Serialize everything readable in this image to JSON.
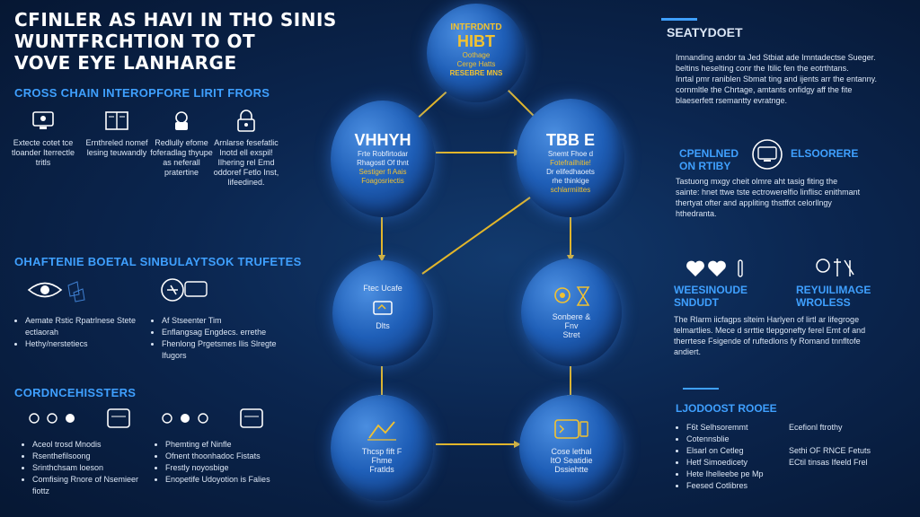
{
  "title": [
    "CFINLER AS HAVI IN THO SINIS",
    "WUNTFRCHTION TO OT",
    "VOVE EYE LANHARGE"
  ],
  "left": {
    "section1": {
      "heading": "CROSS CHAIN INTEROPFORE LIRIT FRORS",
      "items": [
        {
          "icon": "monitor-icon",
          "text": "Extecte cotet tce tloander Iterrectle tritls"
        },
        {
          "icon": "book-icon",
          "text": "Ernthreled nomef lesing teuwandly"
        },
        {
          "icon": "lock-icon",
          "text": "Redlully efome foferadlag thyupe as neferall pratertine"
        },
        {
          "icon": "padlock-icon",
          "text": "Arnlarse fesefatlic Inotd ell exspil! Ilhering rel Emd oddoref Fetlo Inst, lifeedined."
        }
      ]
    },
    "section2": {
      "heading": "OHAFTENIE BOETAL SINBULAYTSOK TRUFETES",
      "items": [
        {
          "icon": "eye-icon",
          "bullets": [
            "Aemate Rstic Rpatrlnese Stete ectlaorah",
            "Hethy/nerstetiecs"
          ]
        },
        {
          "icon": "link-icon",
          "bullets": [
            "Af Stseenter Tim",
            "Enflangsag Engdecs. errethe",
            "Fhenlong Prgetsmes Ilis Slregte Ifugors"
          ]
        }
      ]
    },
    "section3": {
      "heading": "CORDNCEHISSTERS",
      "items": [
        {
          "icon": "settings-icon",
          "bullets": [
            "Aceol trosd Mnodis",
            "Rsenthefilsoong",
            "Srinthchsam loeson",
            "Comfising Rnore of Nsemieer fiottz"
          ]
        },
        {
          "icon": "settings-icon",
          "bullets": [
            "Phemting ef Ninfle",
            "Ofnent thoonhadoc Fistats",
            "Frestly noyosbige",
            "Enopetife Udoyotion is Falies"
          ]
        }
      ]
    }
  },
  "nodes": {
    "top": {
      "line1": "INTFRDNTD",
      "big": "HIBT",
      "line3": "Oothage",
      "line4": "Cerge Hatts",
      "line5": "RESEBRE MNS"
    },
    "mid_left": {
      "big": "VHHYH",
      "l1": "Frte Robfirtodar",
      "l2": "Rhagostl Of thnt",
      "l3": "Sestiger fi Aais",
      "l4": "Foagosriectis"
    },
    "mid_right": {
      "big": "TBB E",
      "l1": "Snemt Fhoe d",
      "l2": "Fotefrailhitie!",
      "l3": "Dr elifedhaoets",
      "l4": "rhe thinkige",
      "l5": "schlarmiittes"
    },
    "lower_left": {
      "t1": "Ftec Ucafe",
      "t2": "Dlts"
    },
    "lower_right": {
      "t1": "Sonbere &",
      "t2": "Fnv",
      "t3": "Stret"
    },
    "bottom_left": {
      "t1": "Thcsp fift F",
      "t2": "Fhme",
      "t3": "Fratlds"
    },
    "bottom_right": {
      "t1": "Cose lethal",
      "t2": "ItO Seatidie",
      "t3": "Dssiehtte"
    }
  },
  "right": {
    "s1": {
      "heading": "SEATYDOET",
      "text": [
        "Imnanding andor ta Jed Stbiat ade Imntadectse Sueger.",
        "beltins heselting conr the Itilic fen the eotrthtans.",
        "Inrtal pmr raniblen Sbmat ting and ijents arr the entanny.",
        "cornmltle the Chrtage, amtants onfidgy aff the fite",
        "blaeserfett rsemantty evratnge."
      ]
    },
    "s2": {
      "heading1": "CPENLNED",
      "heading1b": "ON RTIBY",
      "heading2": "ELSOORERE",
      "text": [
        "Tastuong mxgy cheit olmre aht tasig fiting the",
        "sainte: hnet ttwe tste ectrowerelfio linflisc enithmant",
        "thertyat ofter and appliting thstffot celorllngy",
        "hthedranta."
      ]
    },
    "s3": {
      "heading1": "WEESINOUDE",
      "heading1b": "SNDUDT",
      "heading2": "REYUILIMAGE",
      "heading2b": "WROLESS",
      "text": [
        "The Rlarm iicfagps slteim Harlyen of lirtl ar lifegroge",
        "telmartlies. Mece d srrttie tlepgonefty ferel Emt of and",
        "therrtese Fsigende of ruftedlons fy Romand tnnfltofe",
        "andiert."
      ]
    },
    "s4": {
      "heading": "LJODOOST ROOEE",
      "bullets_left": [
        "F6t Selhsoremmt",
        "Cotennsblie",
        "Elsarl on Cetleg",
        "Hetf Simoedicety",
        "Hete Ihelleebe pe Mp",
        "Feesed Cotlibres"
      ],
      "bullets_right": [
        "Ecefionl ftrothy",
        "Sethi OF RNCE Fetuts",
        "ECtil tinsas Ifeeld Frel"
      ]
    }
  }
}
